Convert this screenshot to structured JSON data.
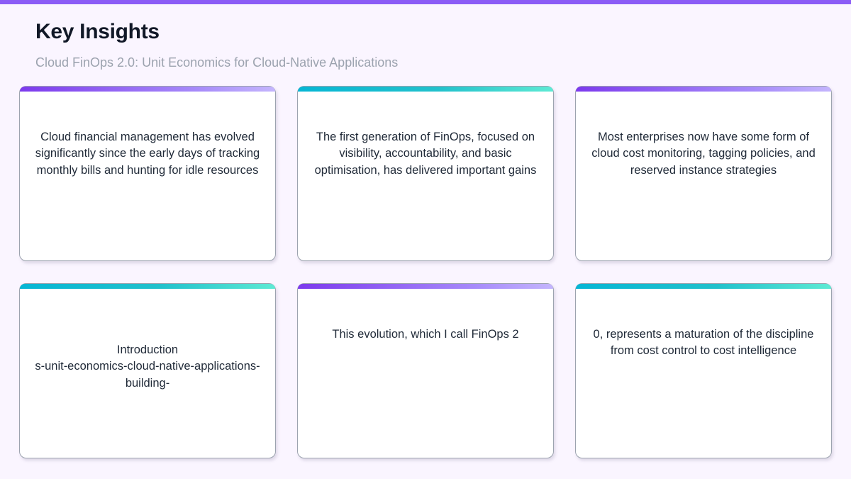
{
  "theme": {
    "background": "#faf5ff",
    "top_bar_color": "#8b5cf6",
    "accent_purple_from": "#7c3aed",
    "accent_purple_to": "#c4b5fd",
    "accent_teal_from": "#06b6d4",
    "accent_teal_to": "#5eead4",
    "title_color": "#111827",
    "subtitle_color": "#9ca3af",
    "card_text_color": "#1f2937"
  },
  "header": {
    "title": "Key Insights",
    "subtitle": "Cloud FinOps 2.0: Unit Economics for Cloud-Native Applications"
  },
  "cards": [
    {
      "id": "insight-1",
      "accent": "purple",
      "text": "Cloud financial management has evolved significantly since the early days of tracking monthly bills and hunting for idle resources",
      "overflow": false
    },
    {
      "id": "insight-2",
      "accent": "teal",
      "text": "The first generation of FinOps, focused on visibility, accountability, and basic optimisation, has delivered important gains",
      "overflow": false
    },
    {
      "id": "insight-3",
      "accent": "purple",
      "text": "Most enterprises now have some form of cloud cost monitoring, tagging policies, and reserved instance strategies",
      "overflow": false
    },
    {
      "id": "insight-4",
      "accent": "teal",
      "text": "Introduction",
      "overflow_text": "s-unit-economics-cloud-native-applications-building-",
      "overflow": true
    },
    {
      "id": "insight-5",
      "accent": "purple",
      "text": "This evolution, which I call FinOps 2",
      "overflow": false
    },
    {
      "id": "insight-6",
      "accent": "teal",
      "text": "0, represents a maturation of the discipline from cost control to cost intelligence",
      "overflow": false
    }
  ]
}
